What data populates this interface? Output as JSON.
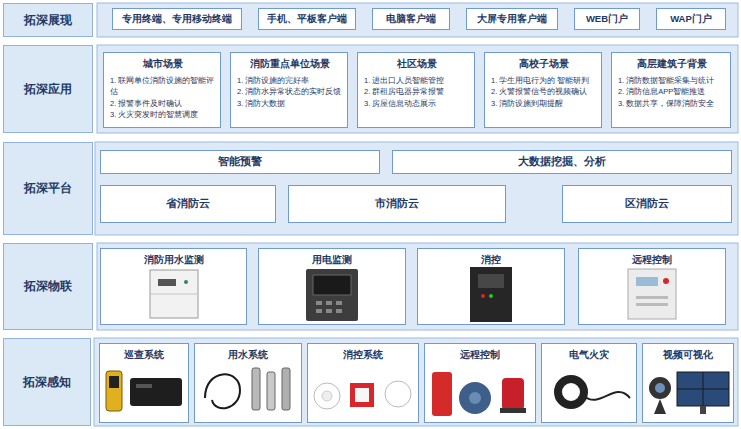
{
  "diagram": {
    "nodes": [
      {
        "text": [
          "拓深展现"
        ]
      },
      {
        "text": [
          "专用终端、专用移动终端"
        ]
      },
      {
        "text": [
          "手机、平板客户端"
        ]
      },
      {
        "text": [
          "电脑客户端"
        ]
      },
      {
        "text": [
          "大屏专用客户端"
        ]
      },
      {
        "text": [
          "WEB门户"
        ]
      },
      {
        "text": [
          "WAP门户"
        ]
      },
      {
        "text": [
          "拓深应用"
        ]
      },
      {
        "text": [
          "城市场景",
          "1. 联网单位消防设施的智能评估",
          "2. 报警事件及时确认",
          "3. 火灾突发时的智慧调度"
        ]
      },
      {
        "text": [
          "消防重点单位场景",
          "1. 消防设施的完好率",
          "2. 消防水异常状态的实时反馈",
          "3. 消防大数据"
        ]
      },
      {
        "text": [
          "社区场景",
          "1. 进出口人员智能管控",
          "2. 群租房电器异常报警",
          "3. 房屋信息动态展示"
        ]
      },
      {
        "text": [
          "高校子场景",
          "1. 学生用电行为的 智能研判",
          "2. 火警报警信号的视频确认",
          "3. 消防设施到期提醒"
        ]
      },
      {
        "text": [
          "高层建筑子背景",
          "1. 消防数据智能采集与统计",
          "2. 消防信息APP智能推送",
          "3. 数据共享，保障消防安全"
        ]
      },
      {
        "text": [
          "拓深平台"
        ]
      },
      {
        "text": [
          "智能预警"
        ]
      },
      {
        "text": [
          "大数据挖掘、分析"
        ]
      },
      {
        "text": [
          "省消防云"
        ]
      },
      {
        "text": [
          "市消防云"
        ]
      },
      {
        "text": [
          "区消防云"
        ]
      },
      {
        "text": [
          "拓深物联"
        ]
      },
      {
        "text": [
          "消防用水监测"
        ]
      },
      {
        "text": [
          "用电监测"
        ]
      },
      {
        "text": [
          "消控"
        ]
      },
      {
        "text": [
          "远程控制"
        ]
      },
      {
        "text": [
          "拓深感知"
        ]
      },
      {
        "text": [
          "巡查系统"
        ]
      },
      {
        "text": [
          "用水系统"
        ]
      },
      {
        "text": [
          "消控系统"
        ]
      },
      {
        "text": [
          "远程控制"
        ]
      },
      {
        "text": [
          "电气火灾"
        ]
      },
      {
        "text": [
          "视频可视化"
        ]
      }
    ]
  }
}
